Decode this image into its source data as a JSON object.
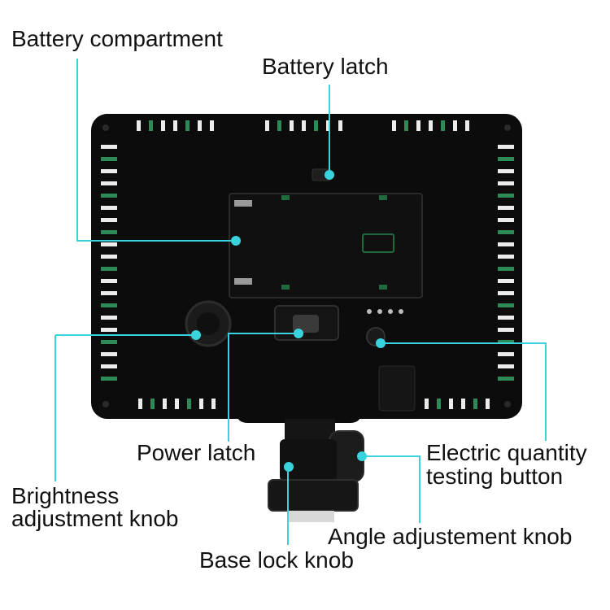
{
  "labels": {
    "battery_compartment": "Battery compartment",
    "battery_latch": "Battery latch",
    "power_latch": "Power latch",
    "electric_line1": "Electric quantity",
    "electric_line2": "testing button",
    "brightness_line1": "Brightness",
    "brightness_line2": "adjustment knob",
    "angle_knob": "Angle adjustement knob",
    "base_lock": "Base lock knob"
  },
  "colors": {
    "leader": "#39d3dd",
    "body": "#0c0c0c",
    "vent": "#ececec",
    "vent_accent": "#2e8b57"
  }
}
